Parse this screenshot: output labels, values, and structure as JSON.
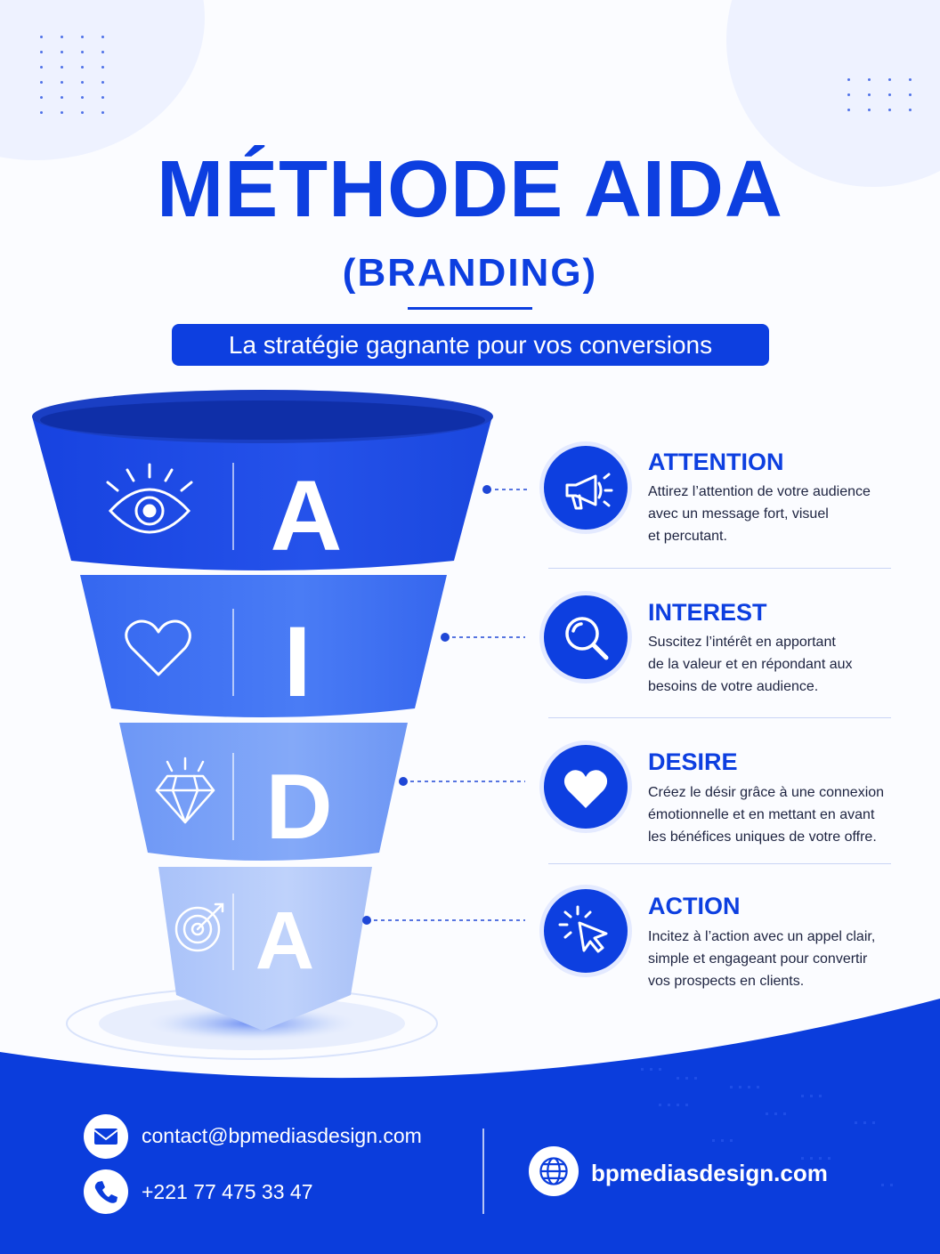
{
  "header": {
    "title": "MÉTHODE AIDA",
    "subtitle": "(BRANDING)",
    "tagline": "La stratégie gagnante pour vos conversions"
  },
  "funnel": {
    "letters": [
      "A",
      "I",
      "D",
      "A"
    ],
    "icons": [
      "eye-icon",
      "heart-outline-icon",
      "diamond-icon",
      "target-icon"
    ]
  },
  "steps": [
    {
      "icon": "megaphone-icon",
      "title": "ATTENTION",
      "lines": [
        "Attirez l’attention de votre audience",
        "avec un message fort, visuel",
        "et percutant."
      ]
    },
    {
      "icon": "magnifier-icon",
      "title": "INTEREST",
      "lines": [
        "Suscitez l’intérêt en apportant",
        "de la valeur et en répondant aux",
        "besoins de votre audience."
      ]
    },
    {
      "icon": "heart-icon",
      "title": "DESIRE",
      "lines": [
        "Créez le désir grâce à une connexion",
        "émotionnelle et en mettant en avant",
        "les bénéfices uniques de votre offre."
      ]
    },
    {
      "icon": "cursor-click-icon",
      "title": "ACTION",
      "lines": [
        "Incitez à l’action avec un appel clair,",
        "simple et engageant pour convertir",
        "vos prospects en clients."
      ]
    }
  ],
  "footer": {
    "email": "contact@bpmediasdesign.com",
    "phone": "+221 77 475 33 47",
    "website": "bpmediasdesign.com"
  },
  "colors": {
    "primary": "#0d3fe0",
    "tier1": "#1f4fe6",
    "tier2": "#3b6ff2",
    "tier3": "#76a0f7",
    "tier4": "#b3caf9"
  }
}
